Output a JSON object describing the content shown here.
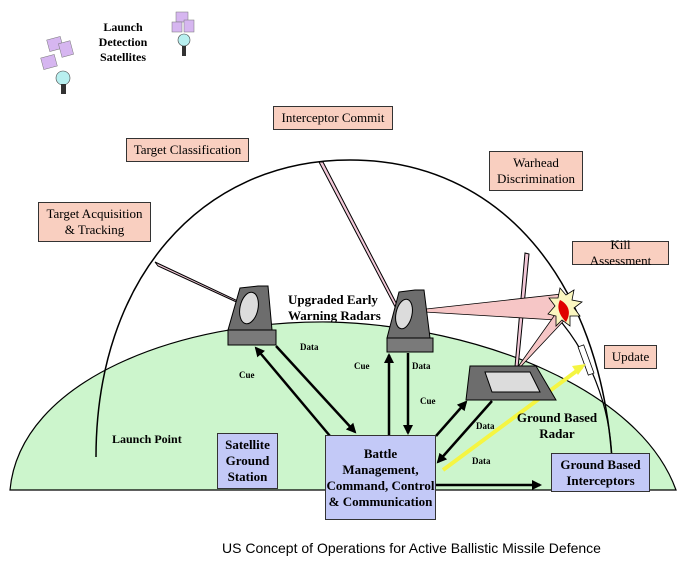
{
  "caption": "US Concept of Operations for Active Ballistic Missile Defence",
  "satellites": {
    "label_line1": "Launch",
    "label_line2": "Detection",
    "label_line3": "Satellites"
  },
  "phases": {
    "target_acquisition": "Target Acquisition & Tracking",
    "target_classification": "Target Classification",
    "interceptor_commit": "Interceptor Commit",
    "warhead_discrimination": "Warhead Discrimination",
    "kill_assessment": "Kill Assessment",
    "update": "Update"
  },
  "labels": {
    "early_warning_radars": "Upgraded Early Warning Radars",
    "ground_based_radar": "Ground Based Radar",
    "launch_point": "Launch Point"
  },
  "boxes": {
    "satellite_ground_station": "Satellite Ground Station",
    "battle_management": "Battle Management, Command, Control & Communication",
    "ground_based_interceptors": "Ground Based Interceptors"
  },
  "links": {
    "cue_left": "Cue",
    "data_left": "Data",
    "cue_mid": "Cue",
    "data_mid": "Data",
    "cue_right": "Cue",
    "data_right1": "Data",
    "data_right2": "Data"
  },
  "colors": {
    "ground": "#ccf5cc",
    "phase_box": "#f9cfc0",
    "system_box": "#c3c9f7",
    "radar": "#6d6d6d",
    "beam": "#f6c6c6",
    "intercept_path": "#f5f542"
  }
}
